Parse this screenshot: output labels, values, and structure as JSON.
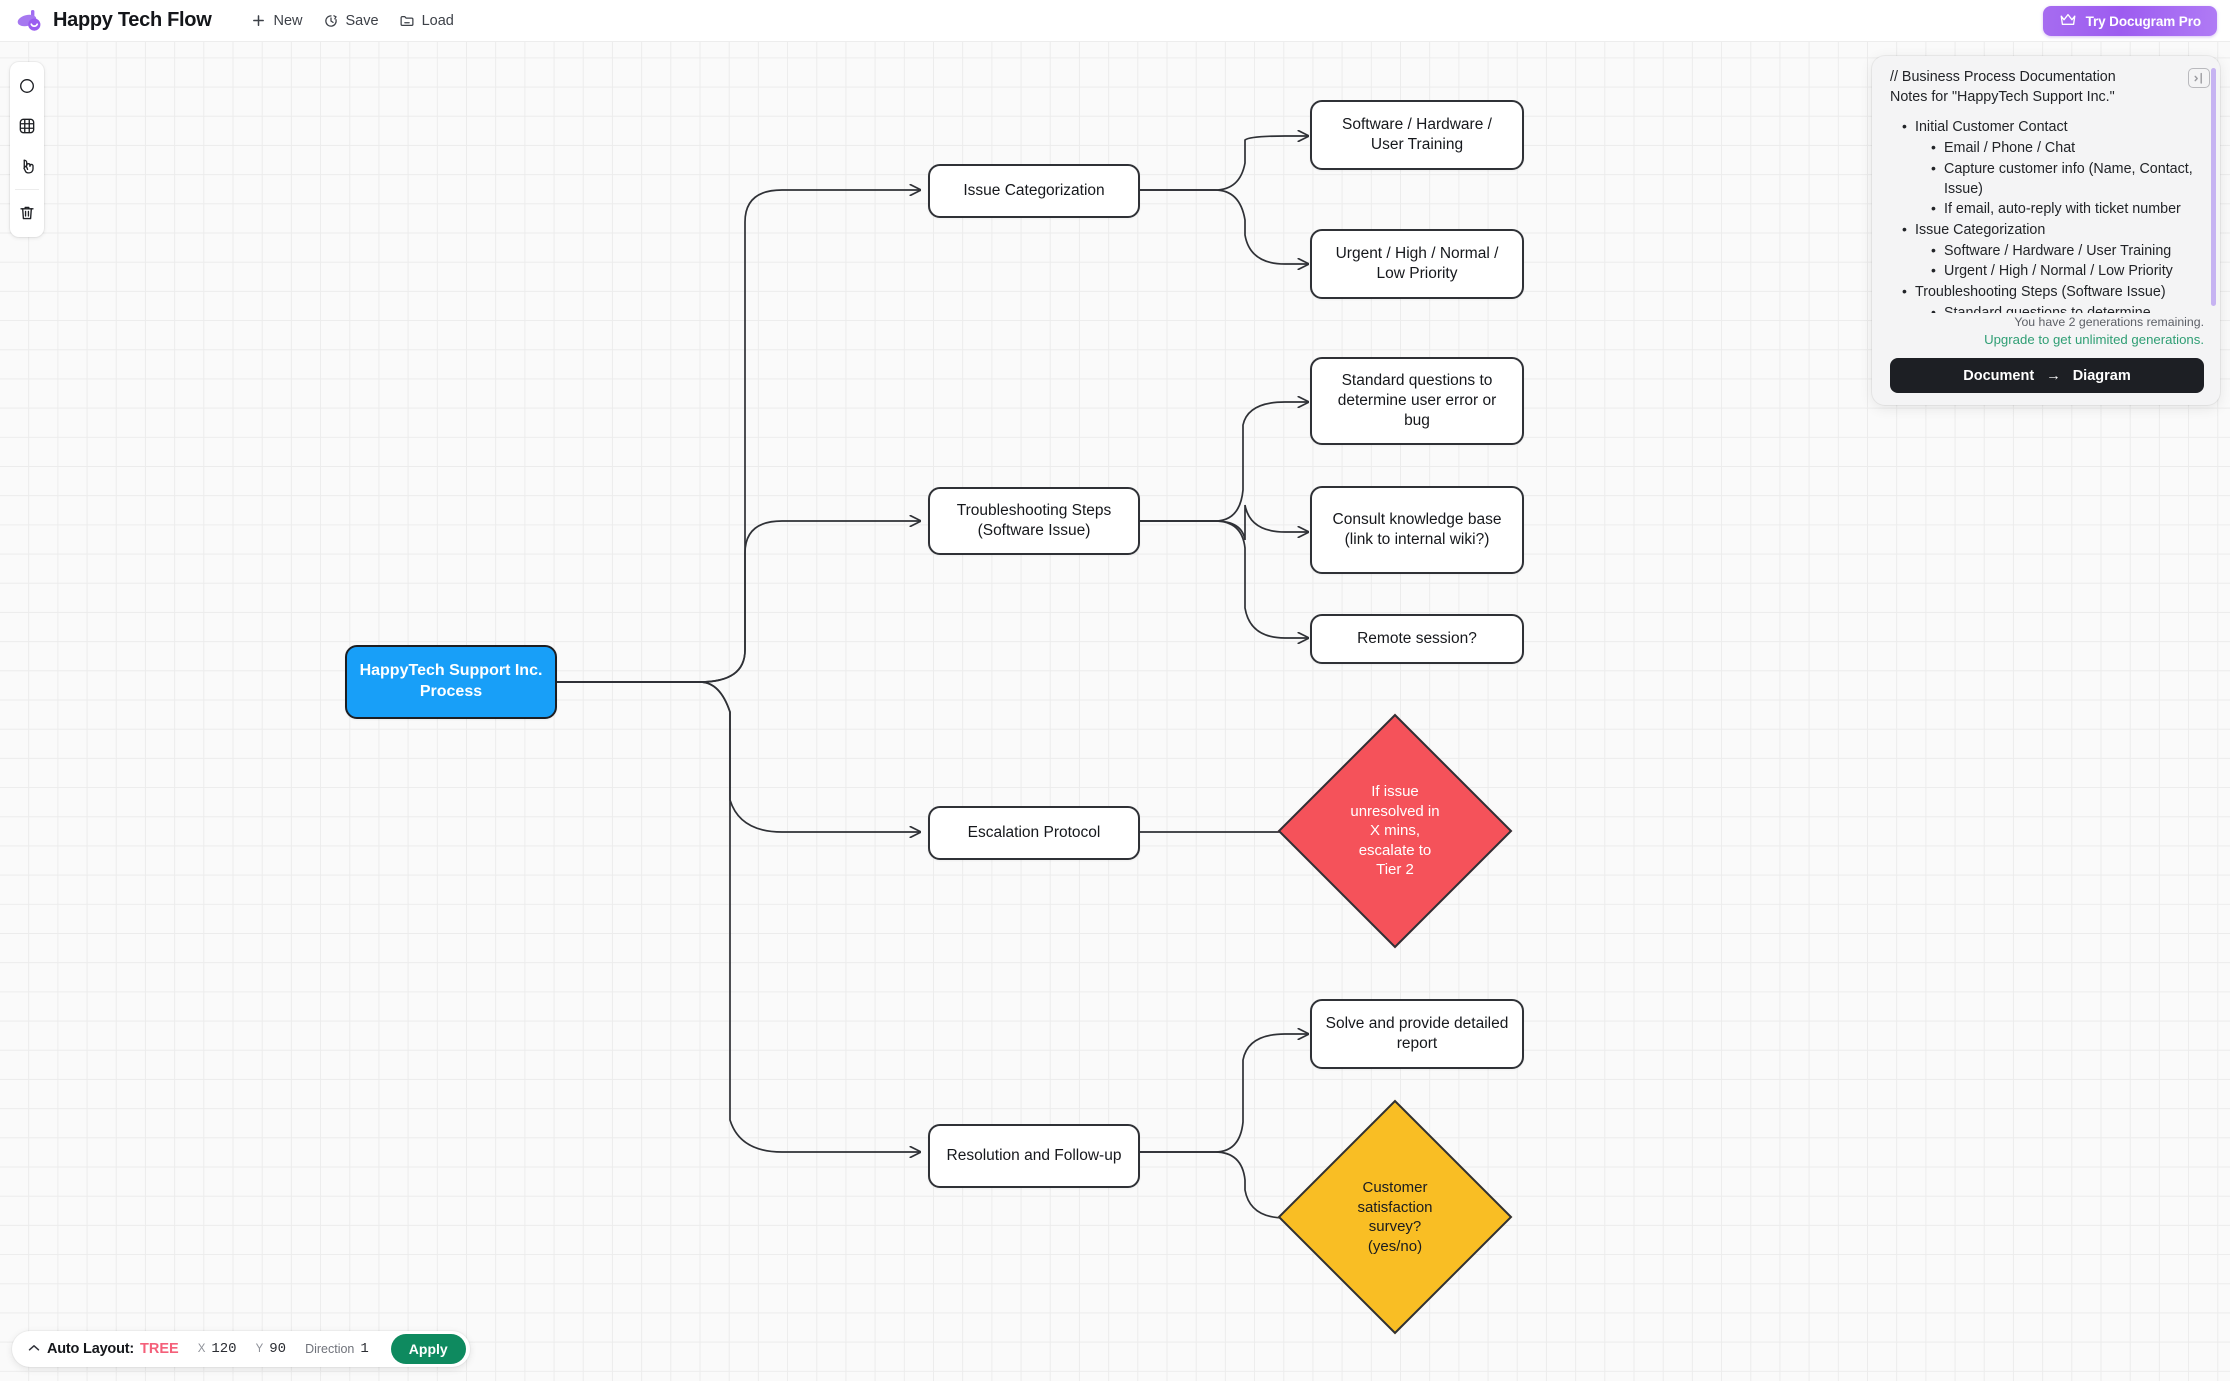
{
  "header": {
    "app_title": "Happy Tech Flow",
    "logo_icon": "happy-tech-logo",
    "buttons": [
      {
        "label": "New",
        "icon": "plus-icon"
      },
      {
        "label": "Save",
        "icon": "save-clock-icon"
      },
      {
        "label": "Load",
        "icon": "folder-icon"
      }
    ],
    "pro_button": {
      "label": "Try Docugram Pro",
      "icon": "crown-icon",
      "color": "#a66cf0"
    }
  },
  "toolbar": {
    "tools": [
      {
        "name": "circle-shape-tool",
        "icon": "circle-icon"
      },
      {
        "name": "grid-shape-tool",
        "icon": "grid-icon"
      },
      {
        "name": "pointer-tool",
        "icon": "cursor-hand-icon"
      },
      {
        "name": "delete-tool",
        "icon": "trash-icon"
      }
    ]
  },
  "notes_panel": {
    "collapse_icon": "panel-collapse-icon",
    "heading_line1": "// Business Process Documentation",
    "heading_line2": "Notes for \"HappyTech Support Inc.\"",
    "outline": [
      {
        "text": "Initial Customer Contact",
        "children": [
          "Email / Phone / Chat",
          "Capture customer info (Name, Contact, Issue)",
          "If email, auto-reply with ticket number"
        ]
      },
      {
        "text": "Issue Categorization",
        "children": [
          "Software / Hardware / User Training",
          "Urgent / High / Normal / Low Priority"
        ]
      },
      {
        "text": "Troubleshooting Steps (Software Issue)",
        "children": [
          "Standard questions to determine"
        ]
      }
    ],
    "generations_note": "You have 2 generations remaining.",
    "upgrade_link": "Upgrade to get unlimited generations.",
    "cta": {
      "left": "Document",
      "arrow": "→",
      "right": "Diagram"
    }
  },
  "diagram": {
    "root": {
      "label": "HappyTech Support Inc. Process",
      "color": "#189FF8"
    },
    "branches": [
      {
        "label": "Issue Categorization"
      },
      {
        "label": "Troubleshooting Steps (Software Issue)"
      },
      {
        "label": "Escalation Protocol"
      },
      {
        "label": "Resolution and Follow-up"
      }
    ],
    "leaves": [
      {
        "label": "Software / Hardware / User Training"
      },
      {
        "label": "Urgent / High / Normal / Low Priority"
      },
      {
        "label": "Standard questions to determine user error or bug"
      },
      {
        "label": "Consult knowledge base (link to internal wiki?)"
      },
      {
        "label": "Remote session?"
      },
      {
        "label": "Solve and provide detailed report"
      }
    ],
    "decisions": [
      {
        "label": "If issue unresolved in X mins, escalate to Tier 2",
        "color": "#F5525A"
      },
      {
        "label": "Customer satisfaction survey? (yes/no)",
        "color": "#F9BE24"
      }
    ]
  },
  "auto_layout": {
    "caret_icon": "chevron-up-icon",
    "label": "Auto Layout:",
    "mode": "TREE",
    "mode_color": "#F4607A",
    "x_key": "X",
    "x_value": "120",
    "y_key": "Y",
    "y_value": "90",
    "direction_key": "Direction",
    "direction_value": "1",
    "apply_label": "Apply"
  }
}
